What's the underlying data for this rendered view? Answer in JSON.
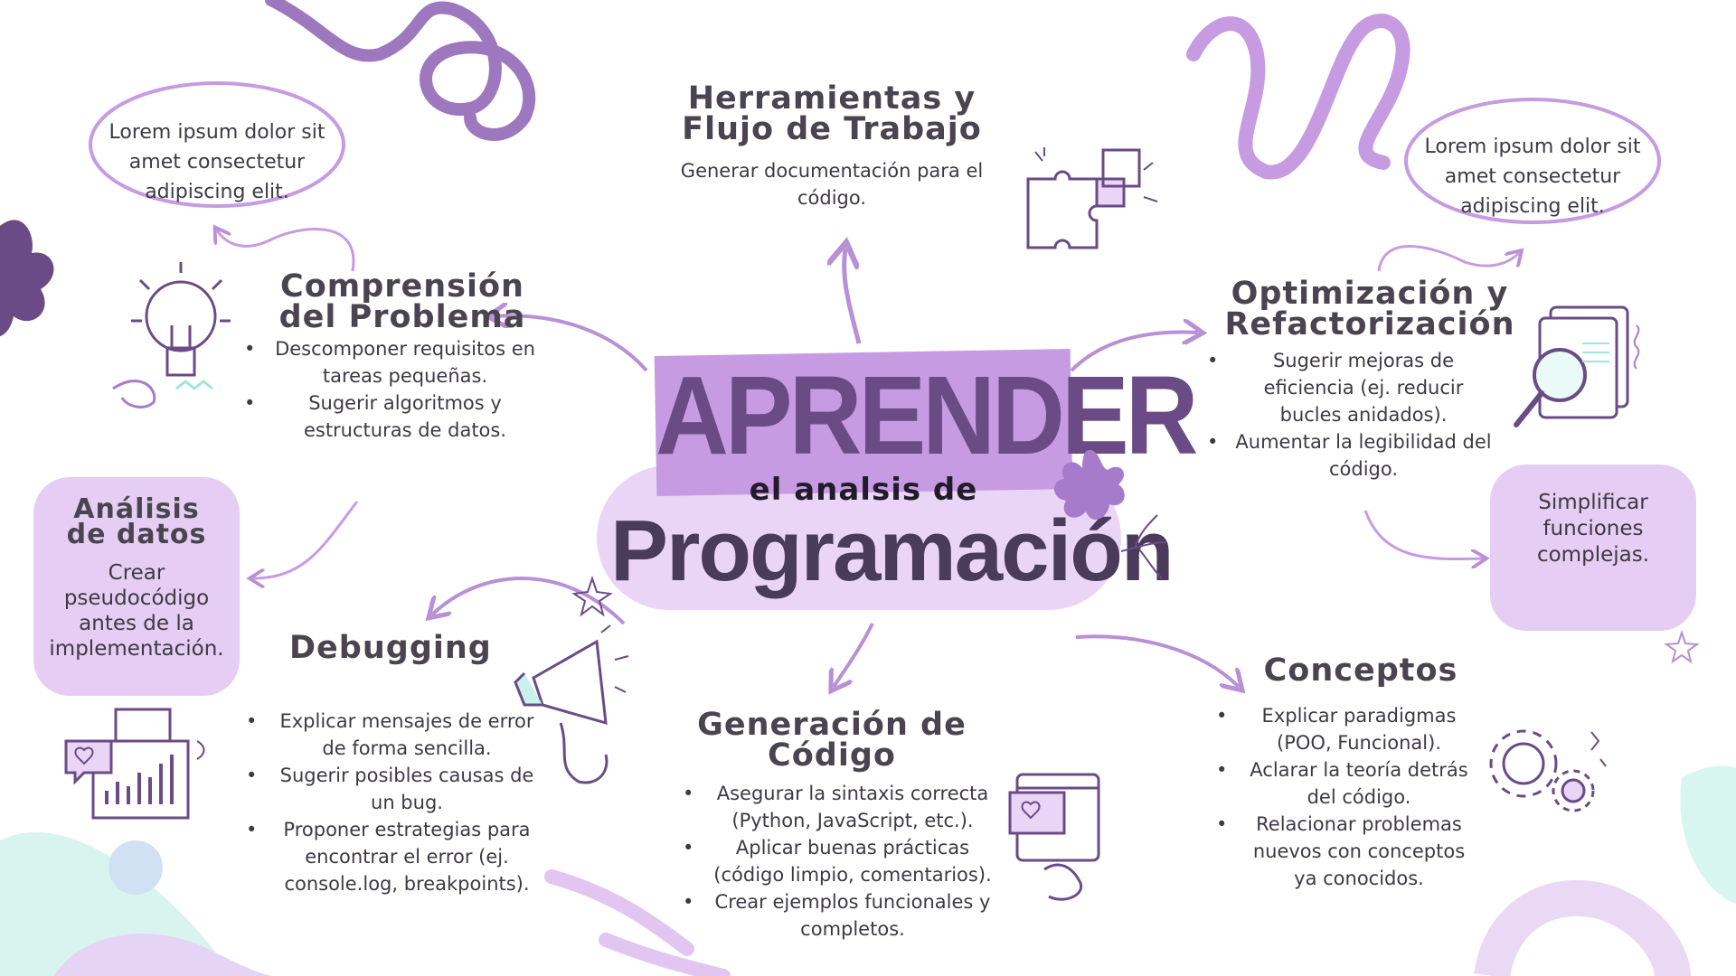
{
  "center": {
    "line1": "APRENDER",
    "line2": "el analsis de",
    "line3": "Programación"
  },
  "nodes": {
    "herramientas": {
      "title": "Herramientas y Flujo de Trabajo",
      "text": "Generar documentación para el código."
    },
    "comprension": {
      "title": "Comprensión del Problema",
      "items": [
        "Descomponer requisitos en tareas pequeñas.",
        "Sugerir algoritmos y estructuras de datos."
      ]
    },
    "optimizacion": {
      "title": "Optimización y Refactorización",
      "items": [
        "Sugerir mejoras de eficiencia (ej. reducir bucles anidados).",
        "Aumentar la legibilidad del código."
      ]
    },
    "analisis": {
      "title": "Análisis de datos",
      "text": "Crear pseudocódigo antes de la implementación."
    },
    "simplificar": {
      "text": "Simplificar funciones complejas."
    },
    "debugging": {
      "title": "Debugging",
      "items": [
        "Explicar mensajes de error de forma sencilla.",
        "Sugerir posibles causas de un bug.",
        "Proponer estrategias para encontrar el error (ej. console.log, breakpoints)."
      ]
    },
    "generacion": {
      "title": "Generación de Código",
      "items": [
        "Asegurar la sintaxis correcta (Python, JavaScript, etc.).",
        "Aplicar buenas prácticas (código limpio, comentarios).",
        "Crear ejemplos funcionales y completos."
      ]
    },
    "conceptos": {
      "title": "Conceptos",
      "items": [
        "Explicar paradigmas (POO, Funcional).",
        "Aclarar la teoría detrás del código.",
        "Relacionar problemas nuevos con conceptos ya conocidos."
      ]
    }
  },
  "bubbles": {
    "left": "Lorem ipsum dolor sit amet consectetur adipiscing elit.",
    "right": "Lorem ipsum dolor sit amet consectetur adipiscing elit."
  },
  "colors": {
    "purple_dark": "#6b4b86",
    "purple_mid": "#a77bcb",
    "purple_light": "#e6cdf3",
    "lilac": "#c69be2",
    "mint": "#c9f3ea",
    "text_dark": "#3f3a45"
  },
  "icons": [
    "lightbulb-icon",
    "puzzle-icon",
    "document-search-icon",
    "analytics-chart-icon",
    "megaphone-icon",
    "web-hand-icon",
    "gears-icon"
  ]
}
